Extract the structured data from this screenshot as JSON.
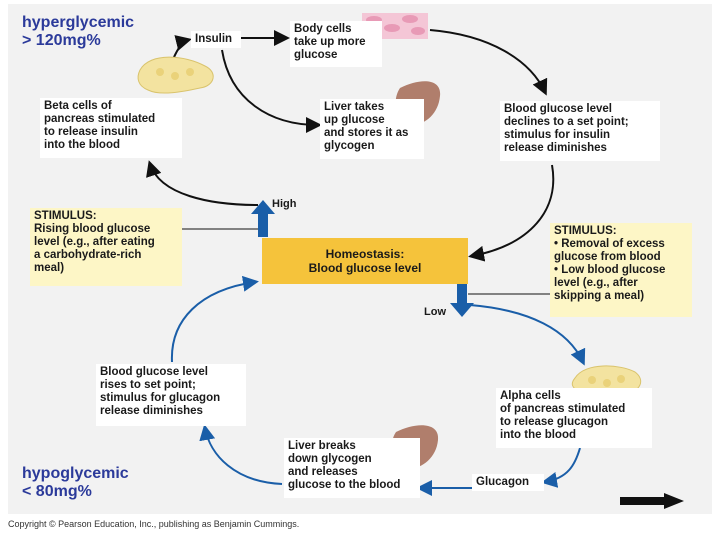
{
  "texts": {
    "hyper": "hyperglycemic\n> 120mg%",
    "hypo": "hypoglycemic\n< 80mg%",
    "insulin": "Insulin",
    "body_cells": "Body cells\ntake up more\nglucose",
    "liver_takes": "Liver takes\nup glucose\nand stores it as\nglycogen",
    "beta_cells": "Beta cells of\npancreas stimulated\nto release insulin\ninto the blood",
    "declines": "Blood glucose level\ndeclines to a set point;\nstimulus for insulin\nrelease diminishes",
    "stimulus_left": "STIMULUS:\nRising blood glucose\nlevel (e.g., after eating\na carbohydrate-rich\nmeal)",
    "high": "High",
    "low": "Low",
    "homeostasis_title": "Homeostasis:",
    "homeostasis_sub": "Blood glucose level",
    "stimulus_right": "STIMULUS:\n• Removal of excess\n   glucose from blood\n• Low blood glucose\n   level (e.g., after\n   skipping a meal)",
    "rises": "Blood glucose level\nrises to set point;\nstimulus for glucagon\nrelease diminishes",
    "alpha_cells": "Alpha cells\nof pancreas stimulated\nto release glucagon\ninto the blood",
    "liver_breaks": "Liver breaks\ndown glycogen\nand releases\nglucose to the blood",
    "glucagon": "Glucagon",
    "copyright": "Copyright © Pearson Education, Inc., publishing as Benjamin Cummings."
  },
  "colors": {
    "panel": "#f2f2f2",
    "blue_arrow": "#1a5ea8",
    "black_arrow": "#111111",
    "homeostasis": "#f5c33b",
    "stimulus_bg": "#fdf6c6",
    "pancreas": "#f3e3a0",
    "liver": "#b07e6c",
    "heading_text": "#2b3a9a"
  },
  "icons": [
    "pancreas-illustration",
    "liver-illustration",
    "body-cells-illustration",
    "next-arrow-icon"
  ]
}
